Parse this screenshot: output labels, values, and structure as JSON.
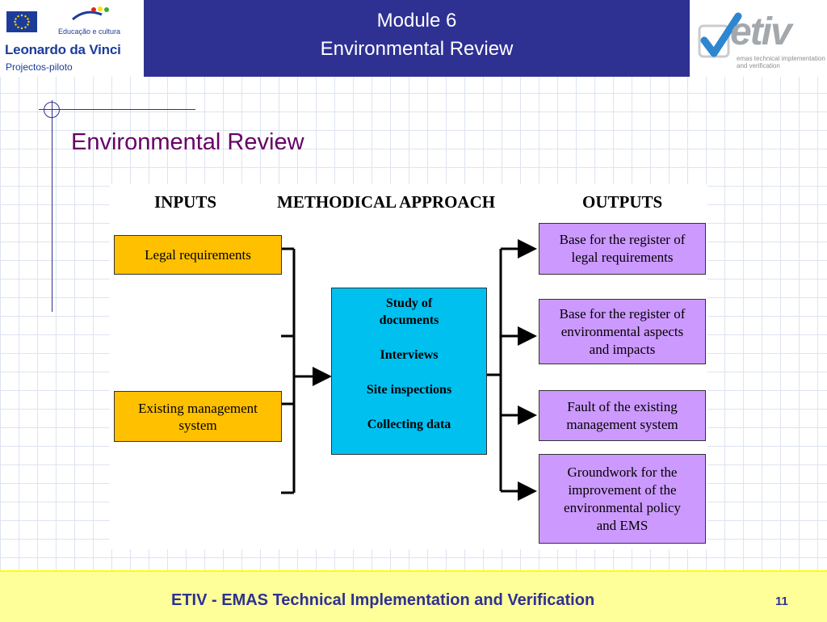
{
  "header": {
    "program_tagline": "Educação e cultura",
    "program_name": "Leonardo da Vinci",
    "program_sub": "Projectos-piloto",
    "module_line": "Module 6",
    "module_title": "Environmental Review",
    "brand_name": "etiv",
    "brand_tagline": "emas technical implementation and verification"
  },
  "slide": {
    "title": "Environmental Review"
  },
  "diagram": {
    "columns": [
      "INPUTS",
      "METHODICAL APPROACH",
      "OUTPUTS"
    ],
    "inputs": [
      {
        "lines": [
          "Legal requirements"
        ]
      },
      {
        "lines": [
          "Existing management",
          "system"
        ]
      }
    ],
    "approach": [
      "Study of",
      "documents",
      "Interviews",
      "Site inspections",
      "Collecting data"
    ],
    "outputs": [
      {
        "lines": [
          "Base for the register of",
          "legal requirements"
        ]
      },
      {
        "lines": [
          "Base for the register of",
          "environmental aspects",
          "and impacts"
        ]
      },
      {
        "lines": [
          "Fault of the existing",
          "management system"
        ]
      },
      {
        "lines": [
          "Groundwork for the",
          "improvement of the",
          "environmental policy",
          "and EMS"
        ]
      }
    ],
    "colors": {
      "input_fill": "#ffc000",
      "approach_fill": "#00c0f0",
      "output_fill": "#cc99ff"
    }
  },
  "footer": {
    "text": "ETIV - EMAS Technical Implementation and Verification",
    "page": "11"
  }
}
